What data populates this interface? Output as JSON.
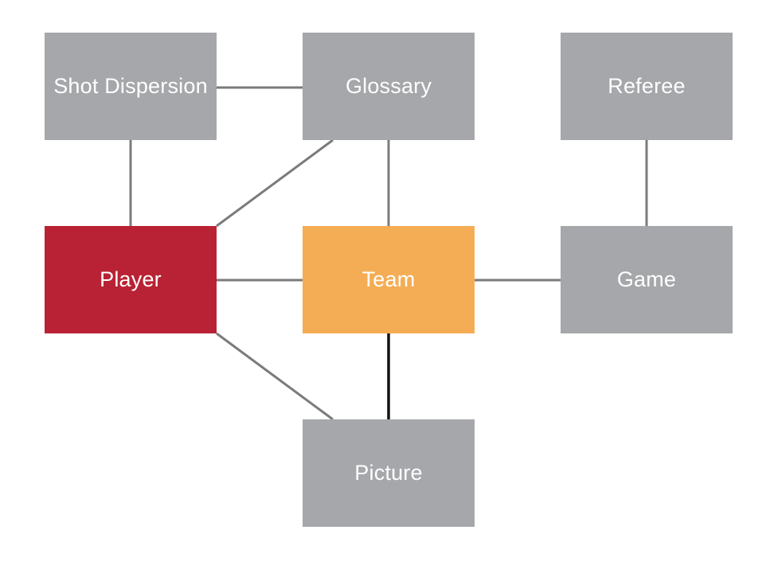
{
  "colors": {
    "node_default": "#a6a7aa",
    "node_player": "#b92234",
    "node_team": "#f5ad55",
    "edge": "#7b7b7d",
    "edge_strong": "#111111",
    "text": "#ffffff"
  },
  "nodes": {
    "shot_dispersion": {
      "label": "Shot Dispersion"
    },
    "glossary": {
      "label": "Glossary"
    },
    "referee": {
      "label": "Referee"
    },
    "player": {
      "label": "Player"
    },
    "team": {
      "label": "Team"
    },
    "game": {
      "label": "Game"
    },
    "picture": {
      "label": "Picture"
    }
  },
  "edges": [
    {
      "from": "shot_dispersion",
      "to": "glossary"
    },
    {
      "from": "shot_dispersion",
      "to": "player"
    },
    {
      "from": "glossary",
      "to": "player"
    },
    {
      "from": "glossary",
      "to": "team"
    },
    {
      "from": "referee",
      "to": "game"
    },
    {
      "from": "player",
      "to": "team"
    },
    {
      "from": "team",
      "to": "game"
    },
    {
      "from": "player",
      "to": "picture"
    },
    {
      "from": "team",
      "to": "picture",
      "emphasis": true
    }
  ]
}
